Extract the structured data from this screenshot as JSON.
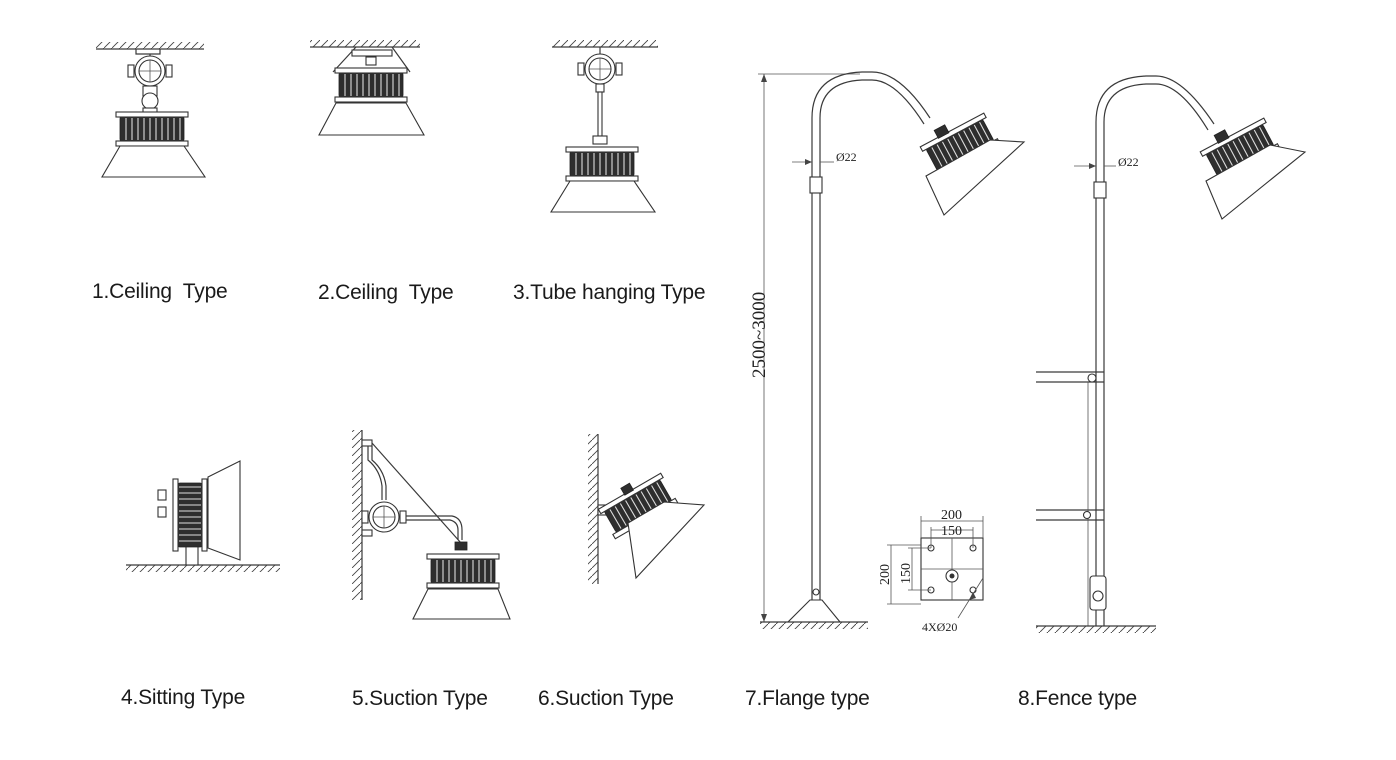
{
  "captions": {
    "c1": "1.Ceiling  Type",
    "c2": "2.Ceiling  Type",
    "c3": "3.Tube hanging Type",
    "c4": "4.Sitting Type",
    "c5": "5.Suction Type",
    "c6": "6.Suction Type",
    "c7": "7.Flange type",
    "c8": "8.Fence type"
  },
  "dimensions": {
    "pole_height": "2500~3000",
    "pipe_dia_7": "Ø22",
    "pipe_dia_8": "Ø22",
    "flange_outer": "200",
    "flange_inner": "150",
    "flange_outer_v": "200",
    "flange_inner_v": "150",
    "bolt_holes": "4XØ20"
  }
}
